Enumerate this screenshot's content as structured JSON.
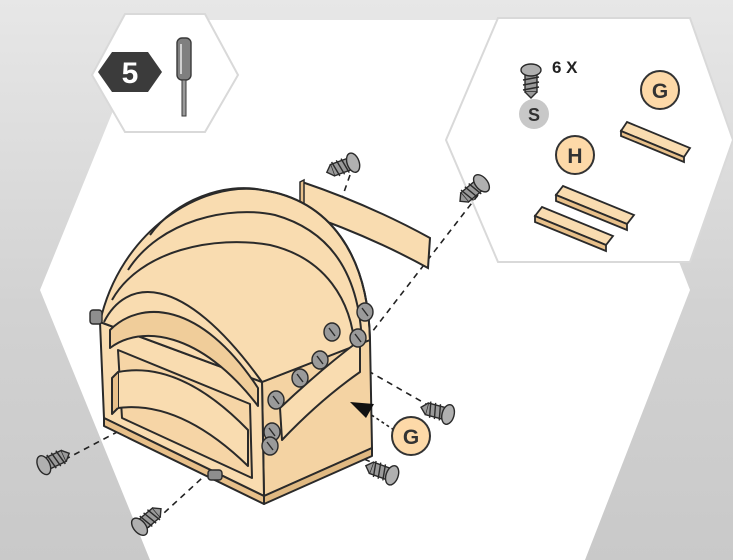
{
  "step": {
    "number": "5",
    "tool": "screwdriver-icon"
  },
  "parts_panel": {
    "screw_count": "6 X",
    "screw_part_letter": "S",
    "part_h_letter": "H",
    "part_g_letter": "G"
  },
  "callout": {
    "part_letter": "G"
  },
  "colors": {
    "wood": "#f9dcb0",
    "wood_dark": "#efcb97",
    "outline": "#3a2a1a",
    "screw": "#8c8c8c",
    "badge_fill": "#fdd9a8",
    "step_badge": "#3b3b3b",
    "screw_badge": "#c8c8c8"
  },
  "icons": [
    "screw-icon",
    "screwdriver-icon",
    "arrow-icon"
  ]
}
